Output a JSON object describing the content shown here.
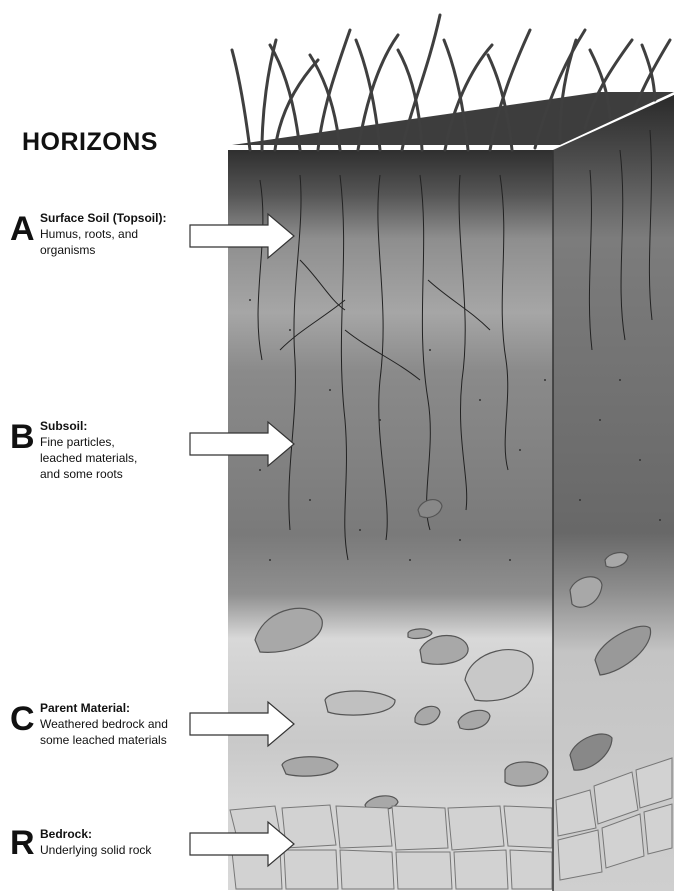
{
  "title": "HORIZONS",
  "horizons": [
    {
      "letter": "A",
      "name": "Surface Soil (Topsoil):",
      "description": "Humus, roots, and\norganisms"
    },
    {
      "letter": "B",
      "name": "Subsoil:",
      "description": "Fine particles,\nleached materials,\nand some roots"
    },
    {
      "letter": "C",
      "name": "Parent Material:",
      "description": "Weathered bedrock and\nsome leached materials"
    },
    {
      "letter": "R",
      "name": "Bedrock:",
      "description": "Underlying solid rock"
    }
  ],
  "colors": {
    "topsoil": "#3a3a3a",
    "a_horizon": "#8c8c8c",
    "b_horizon": "#7d7d7d",
    "c_horizon": "#cfcfcf",
    "bedrock": "#d8d8d8",
    "grass": "#4a4a4a",
    "arrow_fill": "#ffffff"
  }
}
